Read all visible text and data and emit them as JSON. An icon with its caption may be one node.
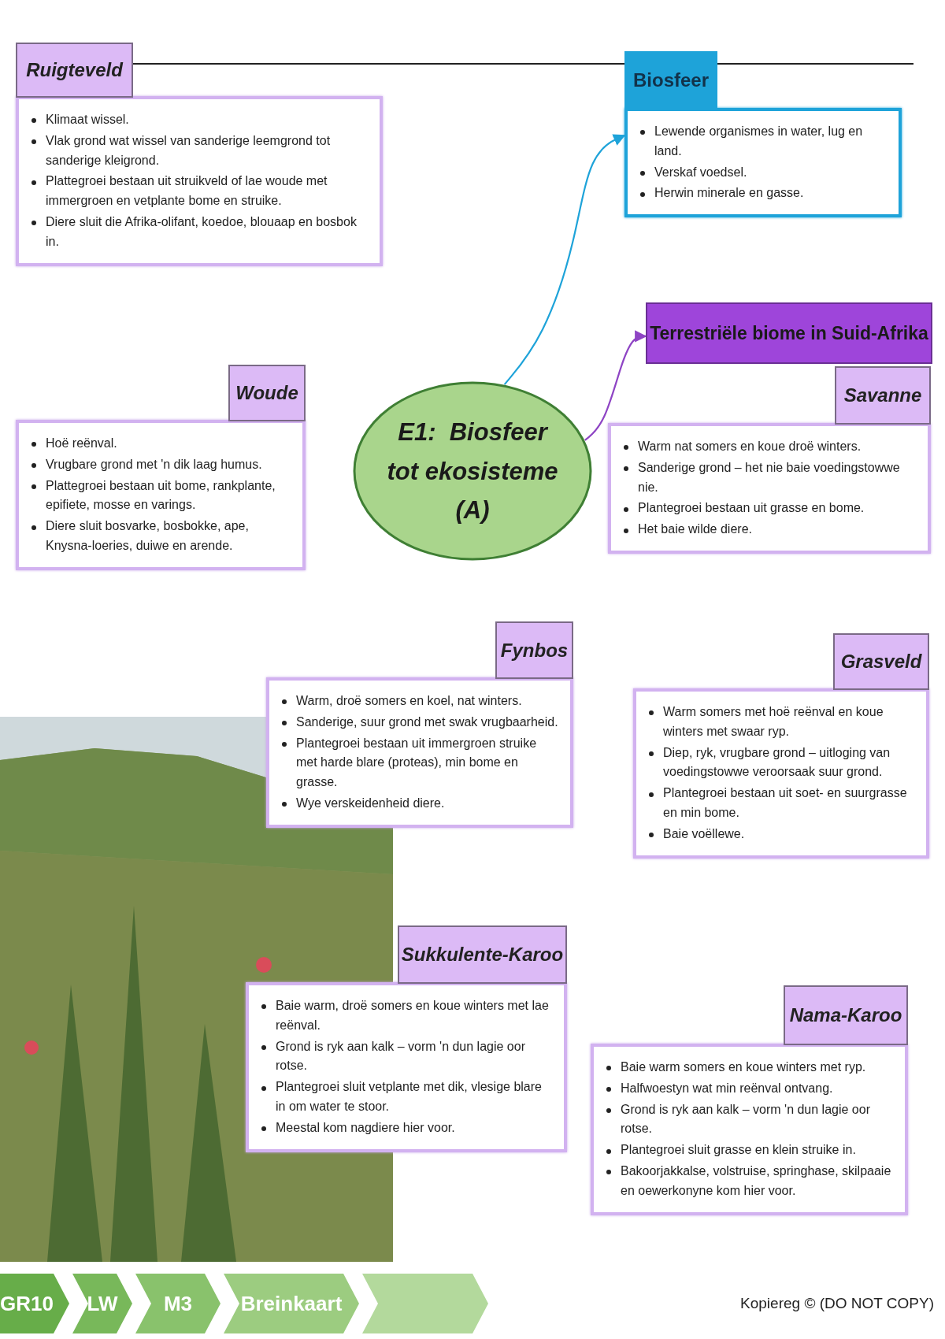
{
  "diagram": {
    "nodes": [
      {
        "text": [
          "Ruigteveld",
          "Klimaat wissel.",
          "Vlak grond wat wissel van sanderige leemgrond tot sanderige kleigrond.",
          "Plattegroei bestaan uit struikveld of lae woude met immergroen en vetplante bome en struike.",
          "Diere sluit die Afrika-olifant, koedoe, blouaap en bosbok in."
        ]
      },
      {
        "text": [
          "Biosfeer",
          "Lewende organismes in water, lug en land.",
          "Verskaf voedsel.",
          "Herwin minerale en gasse."
        ]
      },
      {
        "text": [
          "Terrestriële biome in Suid-Afrika"
        ]
      },
      {
        "text": [
          "Savanne",
          "Warm nat somers en koue droë winters.",
          "Sanderige grond – het nie baie voedingstowwe nie.",
          "Plantegroei bestaan uit grasse en bome.",
          "Het baie wilde diere."
        ]
      },
      {
        "text": [
          "Woude",
          "Hoë reënval.",
          "Vrugbare grond met 'n dik laag humus.",
          "Plattegroei bestaan uit bome, rankplante, epifiete, mosse en varings.",
          "Diere sluit bosvarke, bosbokke, ape, Knysna-loeries, duiwe en arende."
        ]
      },
      {
        "text": [
          "E1:  Biosfeer tot ekosisteme (A)"
        ]
      },
      {
        "text": [
          "Fynbos",
          "Warm, droë somers en koel, nat winters.",
          "Sanderige, suur grond met swak vrugbaarheid.",
          "Plantegroei bestaan uit immergroen struike met harde blare (proteas), min bome en grasse.",
          "Wye verskeidenheid diere."
        ]
      },
      {
        "text": [
          "Grasveld",
          "Warm somers met hoë reënval en koue winters met swaar ryp.",
          "Diep, ryk, vrugbare grond – uitloging van voedingstowwe veroorsaak suur grond.",
          "Plantegroei bestaan uit soet- en suurgrasse en min bome.",
          "Baie voëllewe."
        ]
      },
      {
        "text": [
          "Sukkulente-Karoo",
          "Baie warm, droë somers en koue winters met lae reënval.",
          "Grond is ryk aan kalk – vorm 'n dun lagie oor rotse.",
          "Plantegroei sluit vetplante met dik, vlesige blare in om water te stoor.",
          "Meestal kom nagdiere hier voor."
        ]
      },
      {
        "text": [
          "Nama-Karoo",
          "Baie warm somers en koue winters met ryp.",
          "Halfwoestyn wat min reënval ontvang.",
          "Grond is ryk aan kalk – vorm 'n dun lagie oor rotse.",
          "Plantegroei sluit grasse en klein struike in.",
          "Bakoorjakkalse, volstruise, springhase, skilpaaie en oewerkonyne kom hier voor."
        ]
      },
      {
        "text": [
          "GR10"
        ]
      },
      {
        "text": [
          "LW"
        ]
      },
      {
        "text": [
          "M3"
        ]
      },
      {
        "text": [
          "Breinkaart"
        ]
      },
      {
        "text": [],
        "shape": "chevron"
      }
    ],
    "edges": [
      {
        "from": 5,
        "to": 1,
        "arrow": "to",
        "color": "#1ea3d9"
      },
      {
        "from": 5,
        "to": 2,
        "arrow": "to",
        "color": "#8e44c4"
      }
    ],
    "labels": [
      "Kopiereg © (DO NOT COPY)"
    ]
  }
}
